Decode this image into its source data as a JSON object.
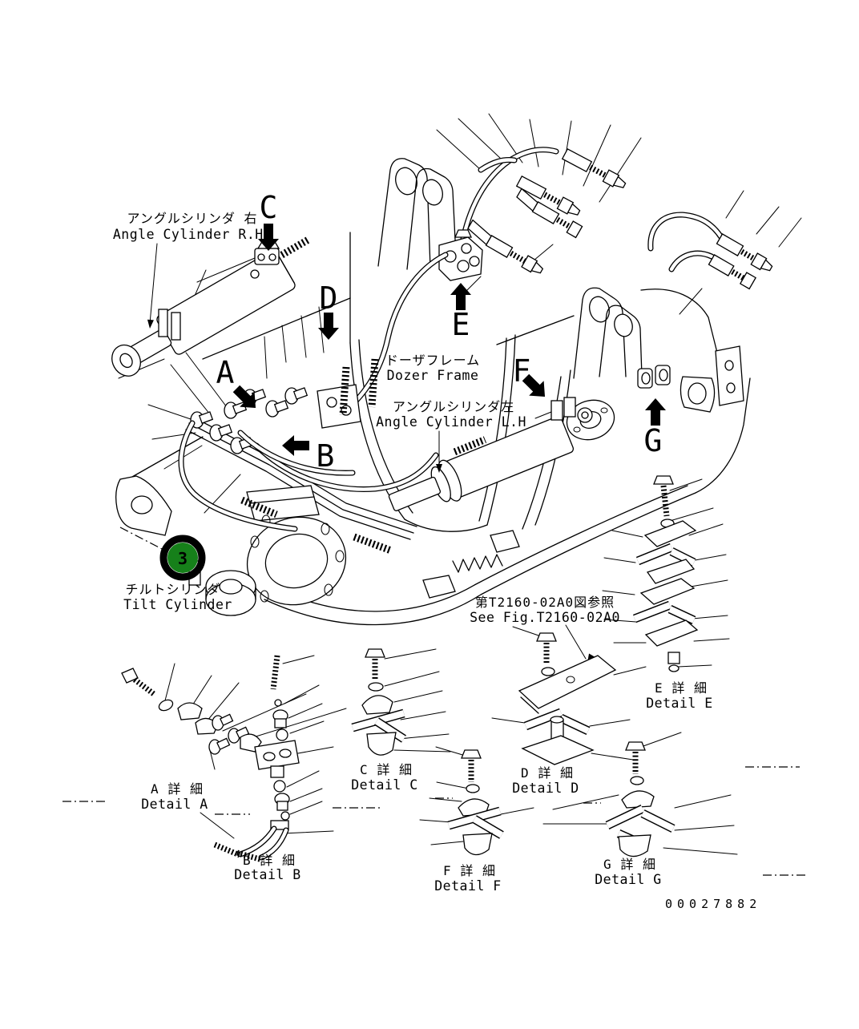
{
  "colors": {
    "background": "#ffffff",
    "line": "#000000",
    "callout_fill": "#16801a",
    "callout_ring": "#000000",
    "callout_number": "#ffffff"
  },
  "labels": {
    "angle_cylinder_rh_jp": "アングルシリンダ 右",
    "angle_cylinder_rh_en": "Angle Cylinder R.H.",
    "dozer_frame_jp": "ドーザフレーム",
    "dozer_frame_en": "Dozer Frame",
    "angle_cylinder_lh_jp": "アングルシリンダ左",
    "angle_cylinder_lh_en": "Angle Cylinder L.H",
    "tilt_cylinder_jp": "チルトシリンダ",
    "tilt_cylinder_en": "Tilt Cylinder",
    "see_fig_jp": "第T2160-02A0図参照",
    "see_fig_en": "See Fig.T2160-02A0"
  },
  "section_markers": {
    "a": "A",
    "b": "B",
    "c": "C",
    "d": "D",
    "e": "E",
    "f": "F",
    "g": "G"
  },
  "details": {
    "a_jp": "A 詳 細",
    "a_en": "Detail A",
    "b_jp": "B 詳 細",
    "b_en": "Detail B",
    "c_jp": "C 詳 細",
    "c_en": "Detail C",
    "d_jp": "D 詳 細",
    "d_en": "Detail D",
    "e_jp": "E 詳 細",
    "e_en": "Detail E",
    "f_jp": "F 詳 細",
    "f_en": "Detail F",
    "g_jp": "G 詳 細",
    "g_en": "Detail G"
  },
  "callout": {
    "number": "3"
  },
  "drawing_number": "00027882"
}
